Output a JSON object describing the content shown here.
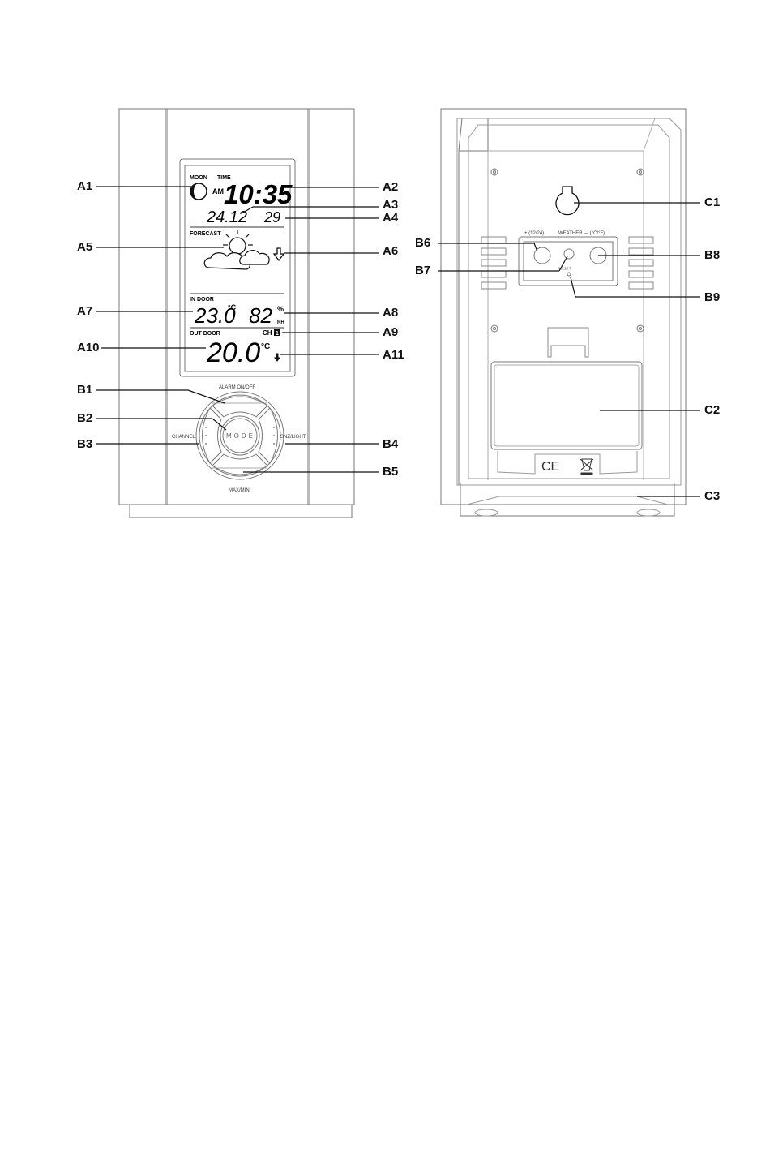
{
  "front": {
    "lcd": {
      "moon_label": "MOON",
      "time_label": "TIME",
      "am_label": "AM",
      "time": "10:35",
      "date": "24.12",
      "seconds": "29",
      "forecast_label": "FORECAST",
      "indoor_label": "IN DOOR",
      "indoor_temp": "23.0",
      "indoor_temp_unit": "°C",
      "indoor_humidity": "82",
      "humidity_unit": "%",
      "humidity_rh": "RH",
      "outdoor_label": "OUT DOOR",
      "channel_label": "CH",
      "channel_number": "1",
      "outdoor_temp": "20.0",
      "outdoor_temp_unit": "°C"
    },
    "buttons": {
      "alarm": "ALARM  ON/OFF",
      "mode": "MODE",
      "channel": "CHANNEL",
      "snz_light": "SNZ/LIGHT",
      "max_min": "MAX/MIN"
    }
  },
  "back": {
    "hanger_hole": "",
    "button_labels": {
      "left": "+ (12/24)",
      "middle": "WEATHER",
      "right": "— (°C/°F)",
      "reset": "RESET"
    },
    "ce_mark": "CE"
  },
  "callouts": {
    "A1": "A1",
    "A2": "A2",
    "A3": "A3",
    "A4": "A4",
    "A5": "A5",
    "A6": "A6",
    "A7": "A7",
    "A8": "A8",
    "A9": "A9",
    "A10": "A10",
    "A11": "A11",
    "B1": "B1",
    "B2": "B2",
    "B3": "B3",
    "B4": "B4",
    "B5": "B5",
    "B6": "B6",
    "B7": "B7",
    "B8": "B8",
    "B9": "B9",
    "C1": "C1",
    "C2": "C2",
    "C3": "C3"
  }
}
